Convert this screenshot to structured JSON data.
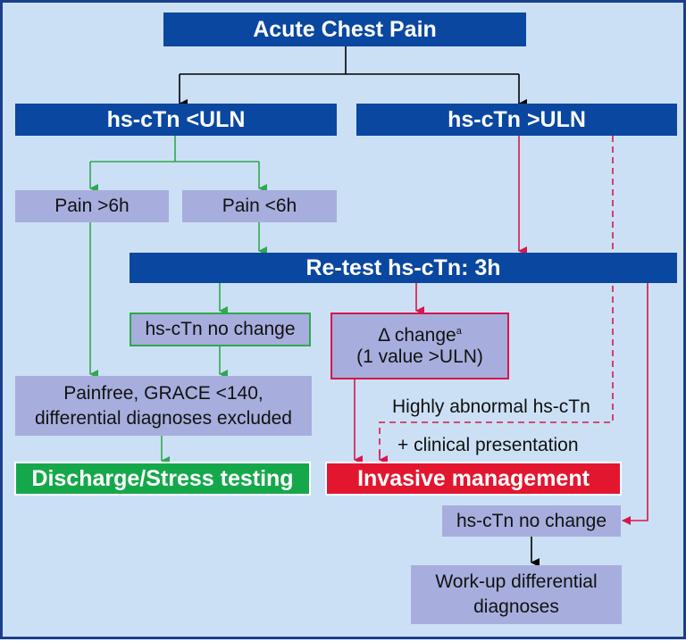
{
  "title": "Acute Chest Pain",
  "branch_low": "hs-cTn <ULN",
  "branch_high": "hs-cTn >ULN",
  "pain_gt6h": "Pain >6h",
  "pain_lt6h": "Pain <6h",
  "retest": "Re-test hs-cTn: 3h",
  "no_change_green": "hs-cTn no change",
  "delta_change_line1": "Δ change",
  "delta_superscript": "a",
  "delta_change_line2": "(1 value >ULN)",
  "painfree_line1": "Painfree, GRACE <140,",
  "painfree_line2": "differential diagnoses excluded",
  "highly_abnormal": "Highly abnormal hs-cTn",
  "clinical_presentation": "+ clinical presentation",
  "discharge": "Discharge/Stress testing",
  "invasive": "Invasive management",
  "no_change_bottom": "hs-cTn no change",
  "workup_line1": "Work-up differential",
  "workup_line2": "diagnoses",
  "colors": {
    "background": "#CCE0F5",
    "dark_box": "#0A47A0",
    "light_box": "#A7AEDD",
    "green": "#15A84B",
    "red": "#E3162F",
    "arrow_green": "#2FA84F",
    "arrow_red": "#D5174B",
    "arrow_black": "#000000"
  }
}
